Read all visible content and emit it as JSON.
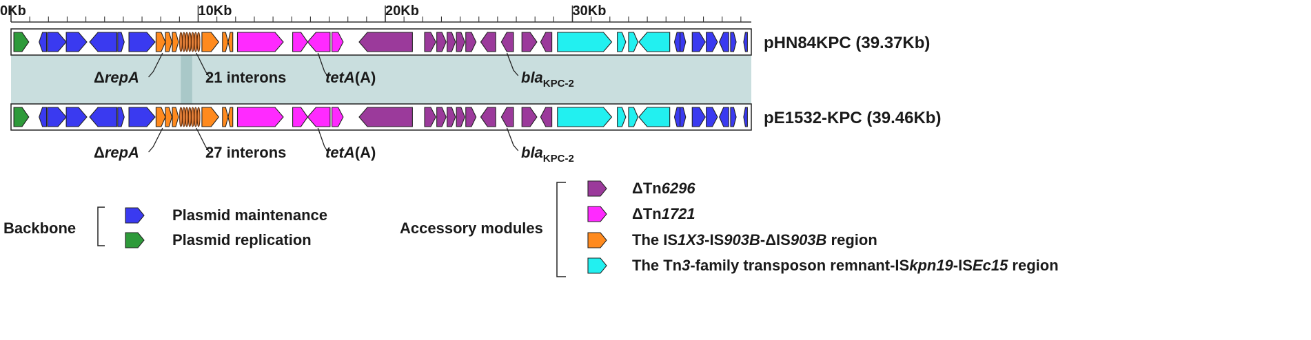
{
  "scale": {
    "ticks": [
      {
        "kb": 0,
        "label": "0Kb"
      },
      {
        "kb": 10,
        "label": "10Kb"
      },
      {
        "kb": 20,
        "label": "20Kb"
      },
      {
        "kb": 30,
        "label": "30Kb"
      }
    ],
    "max_kb": 40
  },
  "colors": {
    "maintenance": "#3a3af0",
    "replication": "#2e9a3a",
    "tn6296": "#9b3a9b",
    "tn1721": "#ff2aff",
    "is1x3": "#ff8a1e",
    "tn3": "#22f0f0",
    "homology": "#c9dede",
    "track": "#ffffff"
  },
  "tracks": [
    {
      "name_prefix": "pHN84KPC",
      "name_suffix": " (39.37Kb)",
      "annotations": {
        "repA": {
          "prefix": "Δ",
          "gene": "repA"
        },
        "interons": "21 interons",
        "teta": {
          "gene": "tetA",
          "suffix": "(A)"
        },
        "bla": {
          "gene": "bla",
          "sub": "KPC-2"
        }
      }
    },
    {
      "name_prefix": "pE1532-KPC",
      "name_suffix": " (39.46Kb)",
      "annotations": {
        "repA": {
          "prefix": "Δ",
          "gene": "repA"
        },
        "interons": "27 interons",
        "teta": {
          "gene": "tetA",
          "suffix": "(A)"
        },
        "bla": {
          "gene": "bla",
          "sub": "KPC-2"
        }
      }
    }
  ],
  "genes": [
    {
      "cls": "replication",
      "s": 0.15,
      "e": 0.95,
      "d": 1
    },
    {
      "cls": "maintenance",
      "s": 1.5,
      "e": 1.9,
      "d": -1
    },
    {
      "cls": "maintenance",
      "s": 1.95,
      "e": 2.95,
      "d": 1
    },
    {
      "cls": "maintenance",
      "s": 2.95,
      "e": 4.05,
      "d": 1
    },
    {
      "cls": "maintenance",
      "s": 4.2,
      "e": 5.65,
      "d": -1
    },
    {
      "cls": "maintenance",
      "s": 5.7,
      "e": 6.05,
      "d": 1
    },
    {
      "cls": "maintenance",
      "s": 6.3,
      "e": 7.7,
      "d": 1
    },
    {
      "cls": "is1x3",
      "s": 7.75,
      "e": 8.25,
      "d": 1
    },
    {
      "cls": "is1x3",
      "s": 8.25,
      "e": 8.6,
      "d": 1
    },
    {
      "cls": "is1x3",
      "s": 8.62,
      "e": 8.95,
      "d": 1
    },
    {
      "cls": "is1x3",
      "s": 10.2,
      "e": 11.1,
      "d": 1
    },
    {
      "cls": "is1x3",
      "s": 11.3,
      "e": 11.6,
      "d": 1
    },
    {
      "cls": "is1x3",
      "s": 11.6,
      "e": 11.85,
      "d": -1
    },
    {
      "cls": "tn1721",
      "s": 12.1,
      "e": 14.55,
      "d": 1
    },
    {
      "cls": "tn1721",
      "s": 15.05,
      "e": 15.85,
      "d": 1
    },
    {
      "cls": "tn1721",
      "s": 15.85,
      "e": 17.05,
      "d": -1
    },
    {
      "cls": "tn1721",
      "s": 17.15,
      "e": 17.75,
      "d": 1
    },
    {
      "cls": "tn6296",
      "s": 18.6,
      "e": 21.45,
      "d": -1
    },
    {
      "cls": "tn6296",
      "s": 22.1,
      "e": 22.7,
      "d": 1
    },
    {
      "cls": "tn6296",
      "s": 22.75,
      "e": 23.25,
      "d": 1
    },
    {
      "cls": "tn6296",
      "s": 23.3,
      "e": 23.75,
      "d": 1
    },
    {
      "cls": "tn6296",
      "s": 23.8,
      "e": 24.25,
      "d": 1
    },
    {
      "cls": "tn6296",
      "s": 24.3,
      "e": 24.85,
      "d": 1
    },
    {
      "cls": "tn6296",
      "s": 25.1,
      "e": 25.9,
      "d": -1
    },
    {
      "cls": "tn6296",
      "s": 26.2,
      "e": 26.85,
      "d": -1
    },
    {
      "cls": "tn6296",
      "s": 27.3,
      "e": 28.1,
      "d": 1
    },
    {
      "cls": "tn6296",
      "s": 28.3,
      "e": 28.9,
      "d": -1
    },
    {
      "cls": "tn3",
      "s": 29.2,
      "e": 32.1,
      "d": 1
    },
    {
      "cls": "tn3",
      "s": 32.4,
      "e": 32.85,
      "d": 1
    },
    {
      "cls": "tn3",
      "s": 33.0,
      "e": 33.5,
      "d": 1
    },
    {
      "cls": "tn3",
      "s": 33.55,
      "e": 35.2,
      "d": -1
    },
    {
      "cls": "maintenance",
      "s": 35.45,
      "e": 35.75,
      "d": -1
    },
    {
      "cls": "maintenance",
      "s": 35.75,
      "e": 36.05,
      "d": 1
    },
    {
      "cls": "maintenance",
      "s": 36.4,
      "e": 37.1,
      "d": 1
    },
    {
      "cls": "maintenance",
      "s": 37.15,
      "e": 37.75,
      "d": 1
    },
    {
      "cls": "maintenance",
      "s": 37.85,
      "e": 38.35,
      "d": -1
    },
    {
      "cls": "maintenance",
      "s": 38.45,
      "e": 38.75,
      "d": 1
    },
    {
      "cls": "maintenance",
      "s": 39.15,
      "e": 39.35,
      "d": -1
    }
  ],
  "interons": {
    "start": 9.0,
    "end": 10.1
  },
  "legend": {
    "backbone_title": "Backbone",
    "backbone_items": [
      {
        "cls": "maintenance",
        "label": "Plasmid maintenance"
      },
      {
        "cls": "replication",
        "label": "Plasmid replication"
      }
    ],
    "accessory_title": "Accessory modules",
    "accessory_items": [
      {
        "cls": "tn6296",
        "parts": [
          {
            "t": "ΔTn",
            "i": false
          },
          {
            "t": "6296",
            "i": true
          }
        ]
      },
      {
        "cls": "tn1721",
        "parts": [
          {
            "t": "ΔTn",
            "i": false
          },
          {
            "t": "1721",
            "i": true
          }
        ]
      },
      {
        "cls": "is1x3",
        "parts": [
          {
            "t": "The IS",
            "i": false
          },
          {
            "t": "1X3",
            "i": true
          },
          {
            "t": "-IS",
            "i": false
          },
          {
            "t": "903B",
            "i": true
          },
          {
            "t": "-ΔIS",
            "i": false
          },
          {
            "t": "903B",
            "i": true
          },
          {
            "t": " region",
            "i": false
          }
        ]
      },
      {
        "cls": "tn3",
        "parts": [
          {
            "t": "The Tn",
            "i": false
          },
          {
            "t": "3",
            "i": true
          },
          {
            "t": "-family transposon remnant-IS",
            "i": false
          },
          {
            "t": "kpn19",
            "i": true
          },
          {
            "t": "-IS",
            "i": false
          },
          {
            "t": "Ec15",
            "i": true
          },
          {
            "t": " region",
            "i": false
          }
        ]
      }
    ]
  }
}
